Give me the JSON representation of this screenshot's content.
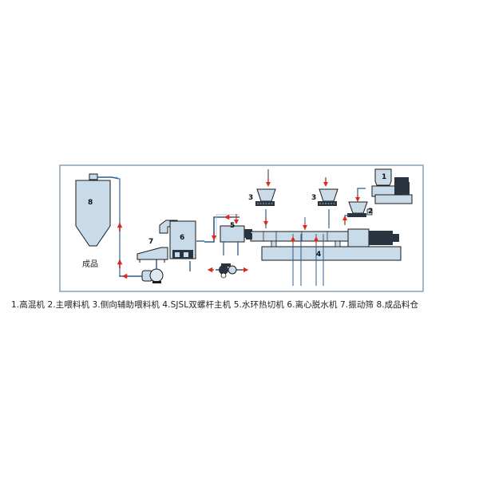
{
  "diagram": {
    "labels": {
      "n1": "1",
      "n2": "2",
      "n3a": "3",
      "n3b": "3",
      "n4": "4",
      "n5": "5",
      "n6": "6",
      "n7": "7",
      "n8": "8"
    },
    "product_label": "成品"
  },
  "caption": "1.高混机 2.主喂料机 3.侧向辅助喂料机 4.SJSL双螺杆主机 5.水环热切机 6.离心脱水机 7.振动筛 8.成品料仓",
  "colors": {
    "frame": "#8aa0b0",
    "body": "#c9dbe9",
    "outline": "#1a1a1a",
    "pipe": "#2f5d8c",
    "arrow": "#d62b1e",
    "dark": "#2a3440"
  }
}
